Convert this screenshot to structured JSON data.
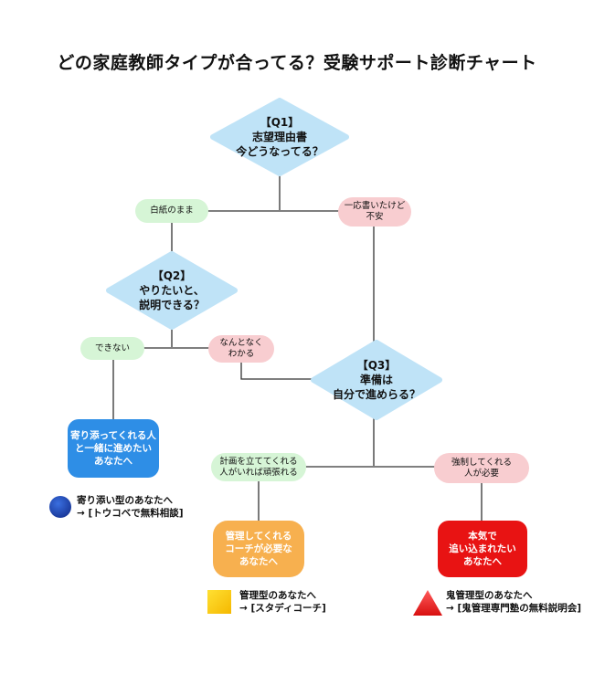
{
  "title": "どの家庭教師タイプが合ってる？受験サポート診断チャート",
  "q1": {
    "tag": "【Q1】",
    "line1": "志望理由書",
    "line2": "今どうなってる？"
  },
  "q2": {
    "tag": "【Q2】",
    "line1": "やりたいと、",
    "line2": "説明できる？"
  },
  "q3": {
    "tag": "【Q3】",
    "line1": "準備は",
    "line2": "自分で進めらる？"
  },
  "answers": {
    "blank": "白紙のまま",
    "written_line1": "一応書いたけど",
    "written_line2": "不安",
    "cannot": "できない",
    "somewhat_line1": "なんとなく",
    "somewhat_line2": "わかる",
    "plan_line1": "計画を立ててくれる",
    "plan_line2": "人がいれば頑張れる",
    "force_line1": "強制してくれる",
    "force_line2": "人が必要"
  },
  "results": {
    "blue": {
      "line1": "寄り添ってくれる人",
      "line2": "と一緒に進めたい",
      "line3": "あなたへ",
      "color": "#2e8ee6"
    },
    "orange": {
      "line1": "管理してくれる",
      "line2": "コーチが必要な",
      "line3": "あなたへ",
      "color": "#f7b04f"
    },
    "red": {
      "line1": "本気で",
      "line2": "追い込まれたい",
      "line3": "あなたへ",
      "color": "#e81313"
    }
  },
  "legend": {
    "circle": {
      "line1": "寄り添い型のあなたへ",
      "line2": "→ [トウコベで無料相談]",
      "icon": "blue-circle-icon"
    },
    "square": {
      "line1": "管理型のあなたへ",
      "line2": "→ [スタディコーチ]",
      "icon": "yellow-square-icon"
    },
    "triangle": {
      "line1": "鬼管理型のあなたへ",
      "line2": "→ [鬼管理専門塾の無料説明会]",
      "icon": "red-triangle-icon"
    }
  },
  "colors": {
    "diamond": "#bfe3f7",
    "pill_green": "#d6f5d6",
    "pill_pink": "#f8cdd0",
    "line": "#333333"
  }
}
